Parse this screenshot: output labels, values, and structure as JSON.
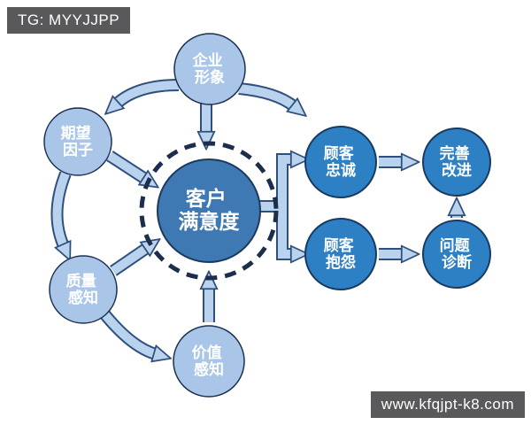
{
  "watermarks": {
    "tag_label": "TG: MYYJJPP",
    "site_label": "www.kfqjpt-k8.com"
  },
  "colors": {
    "background": "#ffffff",
    "hub_fill": "#3e79b4",
    "light_node_fill": "#a9c6e8",
    "dark_node_fill": "#2e80c4",
    "node_text": "#ffffff",
    "arrow_fill": "#b9d3ee",
    "arrow_border": "#2f4f7d",
    "ring_stroke": "#1d2d4e",
    "badge_background": "#59595b",
    "badge_text": "#ffffff"
  },
  "diagram": {
    "hub": {
      "line1": "客户",
      "line2": "满意度"
    },
    "nodes": {
      "corporate_image": {
        "line1": "企业",
        "line2": "形象"
      },
      "expectation_factor": {
        "line1": "期望",
        "line2": "因子"
      },
      "quality_perception": {
        "line1": "质量",
        "line2": "感知"
      },
      "value_perception": {
        "line1": "价值",
        "line2": "感知"
      },
      "customer_loyalty": {
        "line1": "顾客",
        "line2": "忠诚"
      },
      "customer_complaint": {
        "line1": "顾客",
        "line2": "抱怨"
      },
      "improvement": {
        "line1": "完善",
        "line2": "改进"
      },
      "problem_diagnosis": {
        "line1": "问题",
        "line2": "诊断"
      }
    },
    "connections": [
      {
        "from": "企业形象",
        "to": "期望因子"
      },
      {
        "from": "企业形象",
        "to": "客户满意度"
      },
      {
        "from": "企业形象",
        "to": "顾客忠诚"
      },
      {
        "from": "期望因子",
        "to": "质量感知"
      },
      {
        "from": "期望因子",
        "to": "客户满意度"
      },
      {
        "from": "质量感知",
        "to": "客户满意度"
      },
      {
        "from": "质量感知",
        "to": "价值感知"
      },
      {
        "from": "价值感知",
        "to": "客户满意度"
      },
      {
        "from": "客户满意度",
        "to": "顾客忠诚"
      },
      {
        "from": "客户满意度",
        "to": "顾客抱怨"
      },
      {
        "from": "顾客忠诚",
        "to": "完善改进"
      },
      {
        "from": "顾客抱怨",
        "to": "问题诊断"
      },
      {
        "from": "问题诊断",
        "to": "完善改进"
      }
    ]
  }
}
